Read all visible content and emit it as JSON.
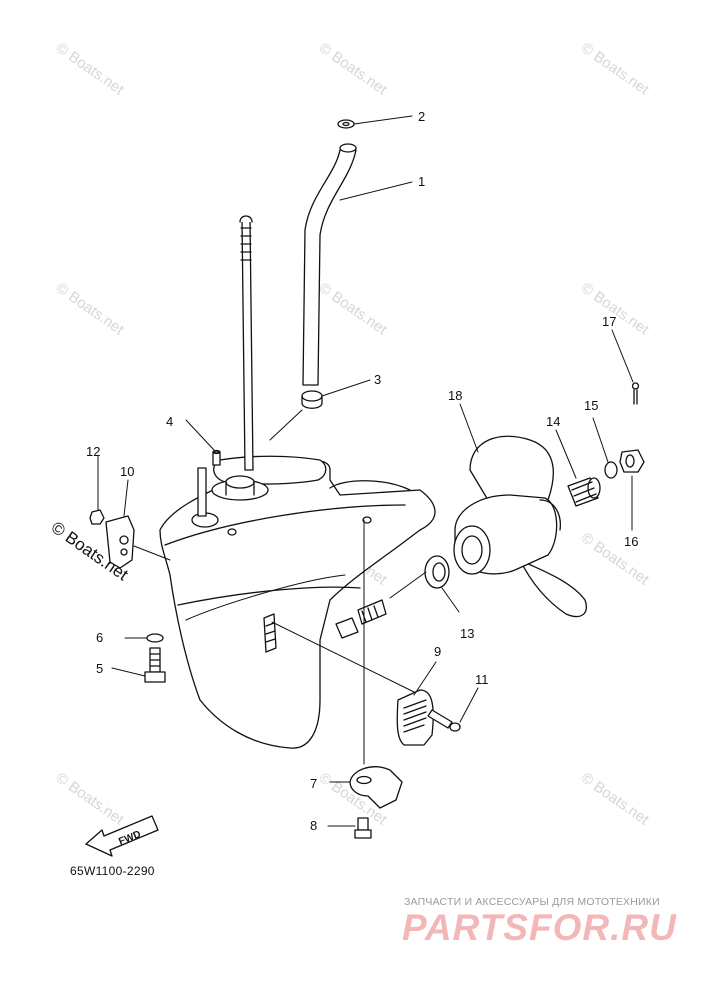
{
  "diagram": {
    "reference_code": "65W1100-2290",
    "fwd_label": "FWD",
    "callouts": [
      "1",
      "2",
      "3",
      "4",
      "5",
      "6",
      "7",
      "8",
      "9",
      "10",
      "11",
      "12",
      "13",
      "14",
      "15",
      "16",
      "17",
      "18"
    ]
  },
  "watermark": {
    "text": "© Boats.net",
    "color": "#d6d6d6",
    "dark_color": "#111111"
  },
  "branding": {
    "tagline": "ЗАПЧАСТИ И АКСЕССУАРЫ ДЛЯ МОТОТЕХНИКИ",
    "logo": "PARTSFOR.RU",
    "logo_color": "#f3b7b7"
  },
  "icons": [
    "fwd-arrow-icon"
  ]
}
